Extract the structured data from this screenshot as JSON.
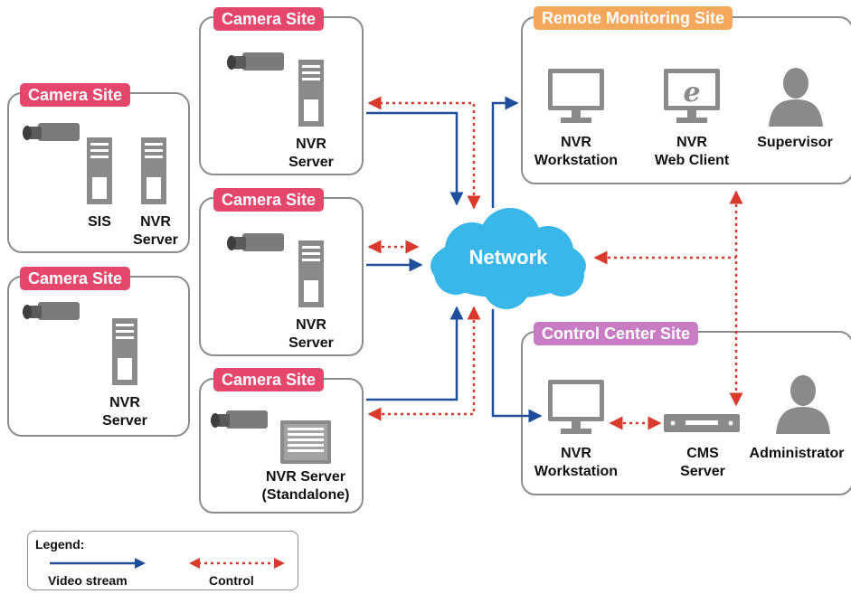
{
  "camera_sites": [
    {
      "tag": "Camera Site",
      "devices": [
        {
          "line1": "NVR",
          "line2": "Server"
        }
      ]
    },
    {
      "tag": "Camera Site",
      "devices": [
        {
          "line1": "NVR",
          "line2": "Server"
        }
      ]
    },
    {
      "tag": "Camera Site",
      "devices": [
        {
          "line1": "NVR Server",
          "line2": "(Standalone)"
        }
      ]
    },
    {
      "tag": "Camera Site",
      "devices": [
        {
          "line1": "SIS",
          "line2": ""
        },
        {
          "line1": "NVR",
          "line2": "Server"
        }
      ]
    },
    {
      "tag": "Camera Site",
      "devices": [
        {
          "line1": "NVR",
          "line2": "Server"
        }
      ]
    }
  ],
  "network": {
    "label": "Network"
  },
  "remote_site": {
    "tag": "Remote  Monitoring Site",
    "items": [
      {
        "line1": "NVR",
        "line2": "Workstation"
      },
      {
        "line1": "NVR",
        "line2": "Web Client"
      },
      {
        "line1": "Supervisor",
        "line2": ""
      }
    ]
  },
  "control_site": {
    "tag": "Control Center Site",
    "items": [
      {
        "line1": "NVR",
        "line2": "Workstation"
      },
      {
        "line1": "CMS",
        "line2": "Server"
      },
      {
        "line1": "Administrator",
        "line2": ""
      }
    ]
  },
  "legend": {
    "title": "Legend:",
    "video": "Video stream",
    "control": "Control"
  },
  "colors": {
    "camera_tag": "#e5466b",
    "remote_tag": "#f3a85b",
    "control_tag": "#c77cc3",
    "video_arrow": "#1f4f9a",
    "control_arrow": "#d93a2b",
    "network_cloud": "#39b7e8"
  },
  "icons": [
    "camera-icon",
    "server-tower-icon",
    "standalone-nvr-icon",
    "monitor-icon",
    "web-client-monitor-icon",
    "person-icon",
    "cms-server-icon",
    "cloud-icon"
  ]
}
